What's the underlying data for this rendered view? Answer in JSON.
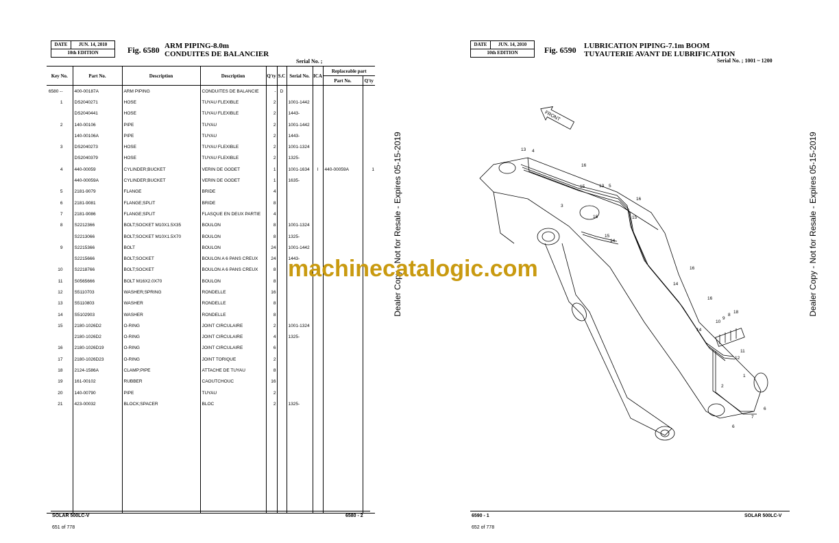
{
  "left_page": {
    "date_label": "DATE",
    "date_value": "JUN. 14, 2010",
    "edition": "10th EDITION",
    "fig_no": "Fig. 6580",
    "title_en": "ARM PIPING-8.0m",
    "title_fr": "CONDUITES DE BALANCIER",
    "serial": "Serial No. ;",
    "headers": {
      "key_no": "Key No.",
      "part_no": "Part No.",
      "desc_en": "Description",
      "desc_fr": "Description",
      "qty": "Q'ty",
      "sc": "S.C",
      "serial_no": "Serial No.",
      "ica": "ICA",
      "replaceable": "Replaceable part",
      "rep_part_no": "Part No.",
      "rep_qty": "Q'ty"
    },
    "rows": [
      {
        "key": "6580 --",
        "part": "400-00187A",
        "en": "ARM PIPING",
        "fr": "CONDUITES DE BALANCIE",
        "qty": "-",
        "sc": "D",
        "serial": "",
        "ica": "",
        "rep_part": "",
        "rep_qty": ""
      },
      {
        "key": "1",
        "part": "DS2040271",
        "en": "HOSE",
        "fr": "TUYAU FLEXIBLE",
        "qty": "2",
        "sc": "",
        "serial": "1001-1442",
        "ica": "",
        "rep_part": "",
        "rep_qty": ""
      },
      {
        "key": "",
        "part": "DS2040441",
        "en": "HOSE",
        "fr": "TUYAU FLEXIBLE",
        "qty": "2",
        "sc": "",
        "serial": "1443-",
        "ica": "",
        "rep_part": "",
        "rep_qty": ""
      },
      {
        "key": "2",
        "part": "140-00106",
        "en": "PIPE",
        "fr": "TUYAU",
        "qty": "2",
        "sc": "",
        "serial": "1001-1442",
        "ica": "",
        "rep_part": "",
        "rep_qty": ""
      },
      {
        "key": "",
        "part": "140-00106A",
        "en": "PIPE",
        "fr": "TUYAU",
        "qty": "2",
        "sc": "",
        "serial": "1443-",
        "ica": "",
        "rep_part": "",
        "rep_qty": ""
      },
      {
        "key": "3",
        "part": "DS2040273",
        "en": "HOSE",
        "fr": "TUYAU FLEXIBLE",
        "qty": "2",
        "sc": "",
        "serial": "1001-1324",
        "ica": "",
        "rep_part": "",
        "rep_qty": ""
      },
      {
        "key": "",
        "part": "DS2040379",
        "en": "HOSE",
        "fr": "TUYAU FLEXIBLE",
        "qty": "2",
        "sc": "",
        "serial": "1325-",
        "ica": "",
        "rep_part": "",
        "rep_qty": ""
      },
      {
        "key": "4",
        "part": "440-00059",
        "en": "CYLINDER;BUCKET",
        "fr": "VERIN DE GODET",
        "qty": "1",
        "sc": "",
        "serial": "1001-1634",
        "ica": "I",
        "rep_part": "440-00059A",
        "rep_qty": "1"
      },
      {
        "key": "",
        "part": "440-00059A",
        "en": "CYLINDER;BUCKET",
        "fr": "VERIN DE GODET",
        "qty": "1",
        "sc": "",
        "serial": "1635-",
        "ica": "",
        "rep_part": "",
        "rep_qty": ""
      },
      {
        "key": "5",
        "part": "2181-9079",
        "en": "FLANGE",
        "fr": "BRIDE",
        "qty": "4",
        "sc": "",
        "serial": "",
        "ica": "",
        "rep_part": "",
        "rep_qty": ""
      },
      {
        "key": "6",
        "part": "2181-9081",
        "en": "FLANGE;SPLIT",
        "fr": "BRIDE",
        "qty": "8",
        "sc": "",
        "serial": "",
        "ica": "",
        "rep_part": "",
        "rep_qty": ""
      },
      {
        "key": "7",
        "part": "2181-9086",
        "en": "FLANGE;SPLIT",
        "fr": "FLASQUE EN DEUX PARTIE",
        "qty": "4",
        "sc": "",
        "serial": "",
        "ica": "",
        "rep_part": "",
        "rep_qty": ""
      },
      {
        "key": "8",
        "part": "S2212366",
        "en": "BOLT;SOCKET M10X1.5X35",
        "fr": "BOULON",
        "qty": "8",
        "sc": "",
        "serial": "1001-1324",
        "ica": "",
        "rep_part": "",
        "rep_qty": ""
      },
      {
        "key": "",
        "part": "S2213066",
        "en": "BOLT;SOCKET M10X1.5X70",
        "fr": "BOULON",
        "qty": "8",
        "sc": "",
        "serial": "1325-",
        "ica": "",
        "rep_part": "",
        "rep_qty": ""
      },
      {
        "key": "9",
        "part": "S2215366",
        "en": "BOLT",
        "fr": "BOULON",
        "qty": "24",
        "sc": "",
        "serial": "1001-1442",
        "ica": "",
        "rep_part": "",
        "rep_qty": ""
      },
      {
        "key": "",
        "part": "S2215666",
        "en": "BOLT;SOCKET",
        "fr": "BOULON A 6 PANS CREUX",
        "qty": "24",
        "sc": "",
        "serial": "1443-",
        "ica": "",
        "rep_part": "",
        "rep_qty": ""
      },
      {
        "key": "10",
        "part": "S2218766",
        "en": "BOLT;SOCKET",
        "fr": "BOULON A 6 PANS CREUX",
        "qty": "8",
        "sc": "",
        "serial": "",
        "ica": "",
        "rep_part": "",
        "rep_qty": ""
      },
      {
        "key": "11",
        "part": "S0565666",
        "en": "BOLT M16X2.0X70",
        "fr": "BOULON",
        "qty": "8",
        "sc": "",
        "serial": "",
        "ica": "",
        "rep_part": "",
        "rep_qty": ""
      },
      {
        "key": "12",
        "part": "S5110703",
        "en": "WASHER;SPRING",
        "fr": "RONDELLE",
        "qty": "16",
        "sc": "",
        "serial": "",
        "ica": "",
        "rep_part": "",
        "rep_qty": ""
      },
      {
        "key": "13",
        "part": "S5110803",
        "en": "WASHER",
        "fr": "RONDELLE",
        "qty": "8",
        "sc": "",
        "serial": "",
        "ica": "",
        "rep_part": "",
        "rep_qty": ""
      },
      {
        "key": "14",
        "part": "S5102903",
        "en": "WASHER",
        "fr": "RONDELLE",
        "qty": "8",
        "sc": "",
        "serial": "",
        "ica": "",
        "rep_part": "",
        "rep_qty": ""
      },
      {
        "key": "15",
        "part": "2180-1026D2",
        "en": "O-RING",
        "fr": "JOINT CIRCULAIRE",
        "qty": "2",
        "sc": "",
        "serial": "1001-1324",
        "ica": "",
        "rep_part": "",
        "rep_qty": ""
      },
      {
        "key": "",
        "part": "2180-1026D2",
        "en": "O-RING",
        "fr": "JOINT CIRCULAIRE",
        "qty": "4",
        "sc": "",
        "serial": "1325-",
        "ica": "",
        "rep_part": "",
        "rep_qty": ""
      },
      {
        "key": "16",
        "part": "2180-1026D19",
        "en": "O-RING",
        "fr": "JOINT CIRCULAIRE",
        "qty": "6",
        "sc": "",
        "serial": "",
        "ica": "",
        "rep_part": "",
        "rep_qty": ""
      },
      {
        "key": "17",
        "part": "2180-1026D23",
        "en": "O-RING",
        "fr": "JOINT TORIQUE",
        "qty": "2",
        "sc": "",
        "serial": "",
        "ica": "",
        "rep_part": "",
        "rep_qty": ""
      },
      {
        "key": "18",
        "part": "2124-1586A",
        "en": "CLAMP;PIPE",
        "fr": "ATTACHE DE TUYAU",
        "qty": "8",
        "sc": "",
        "serial": "",
        "ica": "",
        "rep_part": "",
        "rep_qty": ""
      },
      {
        "key": "19",
        "part": "161-00102",
        "en": "RUBBER",
        "fr": "CAOUTCHOUC",
        "qty": "16",
        "sc": "",
        "serial": "",
        "ica": "",
        "rep_part": "",
        "rep_qty": ""
      },
      {
        "key": "20",
        "part": "140-00790",
        "en": "PIPE",
        "fr": "TUYAU",
        "qty": "2",
        "sc": "",
        "serial": "",
        "ica": "",
        "rep_part": "",
        "rep_qty": ""
      },
      {
        "key": "21",
        "part": "423-00032",
        "en": "BLOCK;SPACER",
        "fr": "BLOC",
        "qty": "2",
        "sc": "",
        "serial": "1325-",
        "ica": "",
        "rep_part": "",
        "rep_qty": ""
      }
    ],
    "footer_model": "SOLAR 500LC-V",
    "footer_page": "6580 - 2",
    "page_count": "651 of 778"
  },
  "right_page": {
    "date_label": "DATE",
    "date_value": "JUN. 14, 2010",
    "edition": "10th EDITION",
    "fig_no": "Fig. 6590",
    "title_en": "LUBRICATION PIPING-7.1m BOOM",
    "title_fr": "TUYAUTERIE AVANT DE LUBRIFICATION",
    "serial": "Serial No. ; 1001 ~ 1200",
    "front_label": "FRONT",
    "callouts": [
      "13",
      "4",
      "16",
      "15",
      "13",
      "5",
      "3",
      "16",
      "16",
      "15",
      "15",
      "14",
      "16",
      "14",
      "16",
      "10",
      "9",
      "8",
      "18",
      "14",
      "11",
      "12",
      "1",
      "2",
      "6",
      "7",
      "6"
    ],
    "footer_page": "6590 - 1",
    "footer_model": "SOLAR 500LC-V",
    "page_count": "652 of 778"
  },
  "watermarks": {
    "dealer_copy": "Dealer Copy - Not for Resale - Expires 05-15-2019",
    "site": "machinecatalogic.com"
  },
  "colors": {
    "watermark_site": "#c99a10",
    "ink": "#000000"
  }
}
